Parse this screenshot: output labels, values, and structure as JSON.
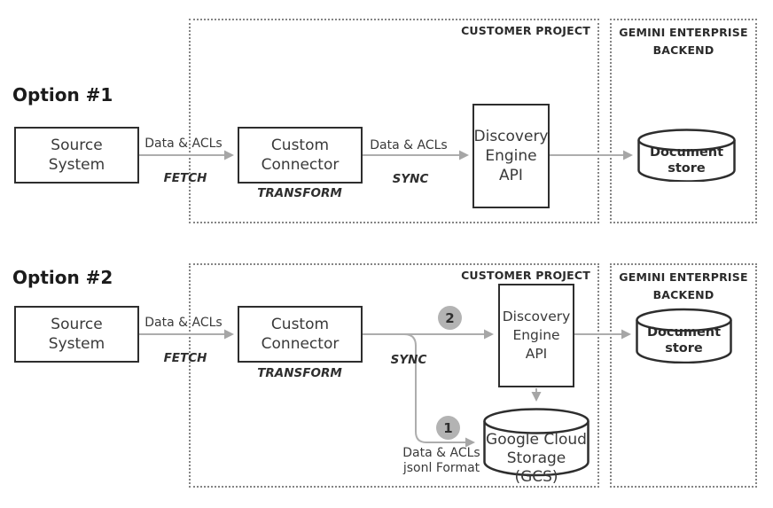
{
  "colors": {
    "connector_line": "#adadad",
    "arrowhead": "#a6a6a6",
    "node_border": "#2e2e2e",
    "dotted_frame": "#858585",
    "badge_bg": "#b3b3b3",
    "text": "#3a3a3a"
  },
  "option1": {
    "title": "Option #1",
    "frames": {
      "customer_project": "CUSTOMER PROJECT",
      "backend": "GEMINI ENTERPRISE\nBACKEND"
    },
    "nodes": {
      "source_system": "Source\nSystem",
      "custom_connector": "Custom\nConnector",
      "discovery_engine": "Discovery\nEngine\nAPI",
      "document_store": "Document\nstore"
    },
    "labels": {
      "fetch_data": "Data & ACLs",
      "fetch_verb": "FETCH",
      "transform_verb": "TRANSFORM",
      "sync_data": "Data & ACLs",
      "sync_verb": "SYNC"
    }
  },
  "option2": {
    "title": "Option #2",
    "frames": {
      "customer_project": "CUSTOMER PROJECT",
      "backend": "GEMINI ENTERPRISE\nBACKEND"
    },
    "nodes": {
      "source_system": "Source\nSystem",
      "custom_connector": "Custom\nConnector",
      "discovery_engine": "Discovery\nEngine API",
      "gcs": "Google Cloud\nStorage (GCS)",
      "document_store": "Document\nstore"
    },
    "labels": {
      "fetch_data": "Data & ACLs",
      "fetch_verb": "FETCH",
      "transform_verb": "TRANSFORM",
      "sync_verb": "SYNC",
      "step2_badge": "2",
      "step1_badge": "1",
      "gcs_upload": "Data & ACLs\njsonl Format"
    }
  }
}
